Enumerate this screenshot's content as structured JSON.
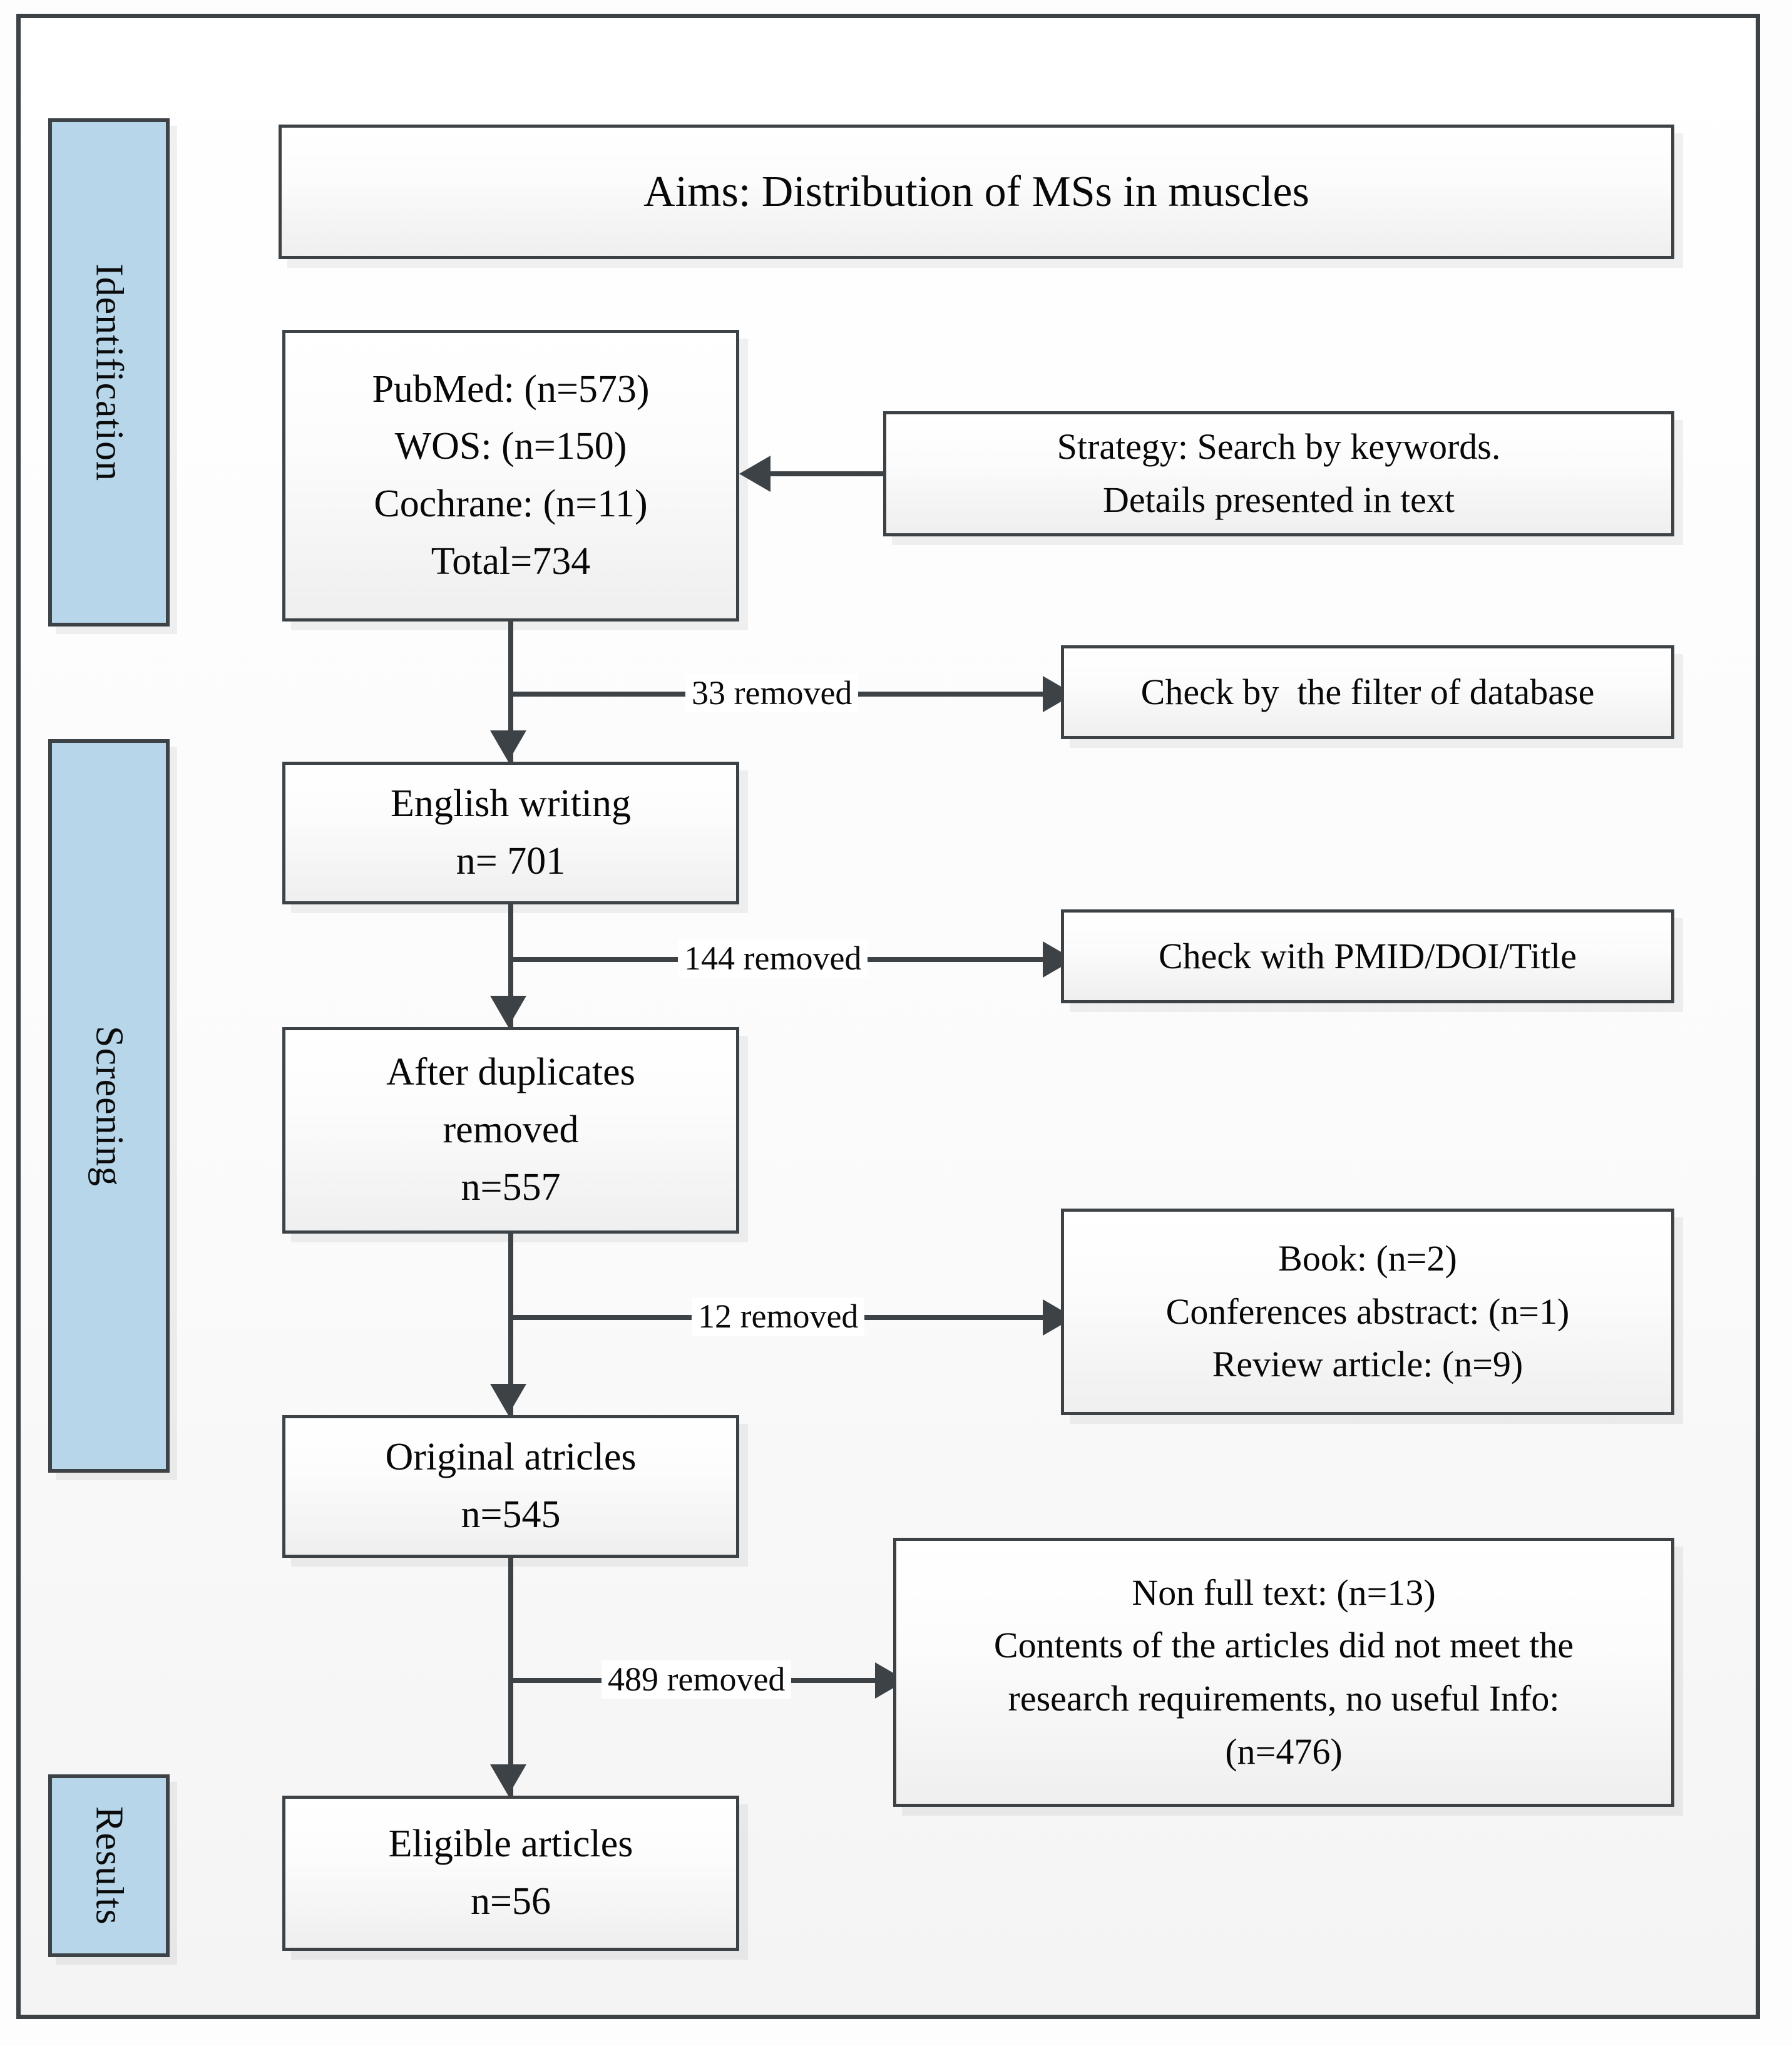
{
  "figure": {
    "type": "prisma-flow-diagram",
    "accent_color": "#b8d6e9",
    "line_color": "#3d4246",
    "box_fill": "#ffffff"
  },
  "stages": [
    {
      "label": "Identification"
    },
    {
      "label": "Screening"
    },
    {
      "label": "Results"
    }
  ],
  "boxes": {
    "aims": {
      "lines": [
        "Aims: Distribution of MSs in muscles"
      ]
    },
    "sources": {
      "lines": [
        "PubMed: (n=573)",
        "WOS: (n=150)",
        "Cochrane: (n=11)",
        "Total=734"
      ]
    },
    "strategy": {
      "lines": [
        "Strategy: Search by keywords.",
        "Details presented in text"
      ]
    },
    "filter_check": {
      "lines": [
        "Check by  the filter of database"
      ]
    },
    "english": {
      "lines": [
        "English writing",
        "n= 701"
      ]
    },
    "pmid_check": {
      "lines": [
        "Check with PMID/DOI/Title"
      ]
    },
    "duplicates": {
      "lines": [
        "After duplicates",
        "removed",
        "n=557"
      ]
    },
    "excluded_types": {
      "lines": [
        "Book: (n=2)",
        "Conferences abstract: (n=1)",
        "Review article: (n=9)"
      ]
    },
    "original": {
      "lines": [
        "Original atricles",
        "n=545"
      ]
    },
    "excluded_content": {
      "lines": [
        "Non full text: (n=13)",
        "Contents of the articles did not meet the",
        "research requirements, no useful Info:",
        "(n=476)"
      ]
    },
    "eligible": {
      "lines": [
        "Eligible articles",
        "n=56"
      ]
    }
  },
  "edges": {
    "removed_33": "33 removed",
    "removed_144": "144 removed",
    "removed_12": "12 removed",
    "removed_489": "489 removed"
  },
  "chart_data": {
    "type": "flowchart",
    "title": "Aims: Distribution of MSs in muscles",
    "stages": [
      "Identification",
      "Screening",
      "Results"
    ],
    "nodes": [
      {
        "id": "aims",
        "stage": "Identification",
        "label": "Aims: Distribution of MSs in muscles"
      },
      {
        "id": "sources",
        "stage": "Identification",
        "label": "PubMed: (n=573) / WOS: (n=150) / Cochrane: (n=11) / Total=734",
        "n": 734
      },
      {
        "id": "strategy",
        "stage": "Identification",
        "label": "Strategy: Search by keywords. Details presented in text"
      },
      {
        "id": "english",
        "stage": "Screening",
        "label": "English writing",
        "n": 701
      },
      {
        "id": "duplicates",
        "stage": "Screening",
        "label": "After duplicates removed",
        "n": 557
      },
      {
        "id": "original",
        "stage": "Screening",
        "label": "Original atricles",
        "n": 545
      },
      {
        "id": "eligible",
        "stage": "Results",
        "label": "Eligible articles",
        "n": 56
      }
    ],
    "exclusions": [
      {
        "from": "sources",
        "removed": 33,
        "reason": "Check by  the filter of database"
      },
      {
        "from": "english",
        "removed": 144,
        "reason": "Check with PMID/DOI/Title"
      },
      {
        "from": "duplicates",
        "removed": 12,
        "reason": "Book: (n=2); Conferences abstract: (n=1); Review article: (n=9)",
        "breakdown": [
          {
            "label": "Book",
            "n": 2
          },
          {
            "label": "Conferences abstract",
            "n": 1
          },
          {
            "label": "Review article",
            "n": 9
          }
        ]
      },
      {
        "from": "original",
        "removed": 489,
        "reason": "Non full text: (n=13); Contents of the articles did not meet the research requirements, no useful Info: (n=476)",
        "breakdown": [
          {
            "label": "Non full text",
            "n": 13
          },
          {
            "label": "Contents did not meet research requirements, no useful Info",
            "n": 476
          }
        ]
      }
    ],
    "counts": {
      "identified": 734,
      "english": 701,
      "after_duplicates": 557,
      "original_articles": 545,
      "eligible": 56
    }
  }
}
